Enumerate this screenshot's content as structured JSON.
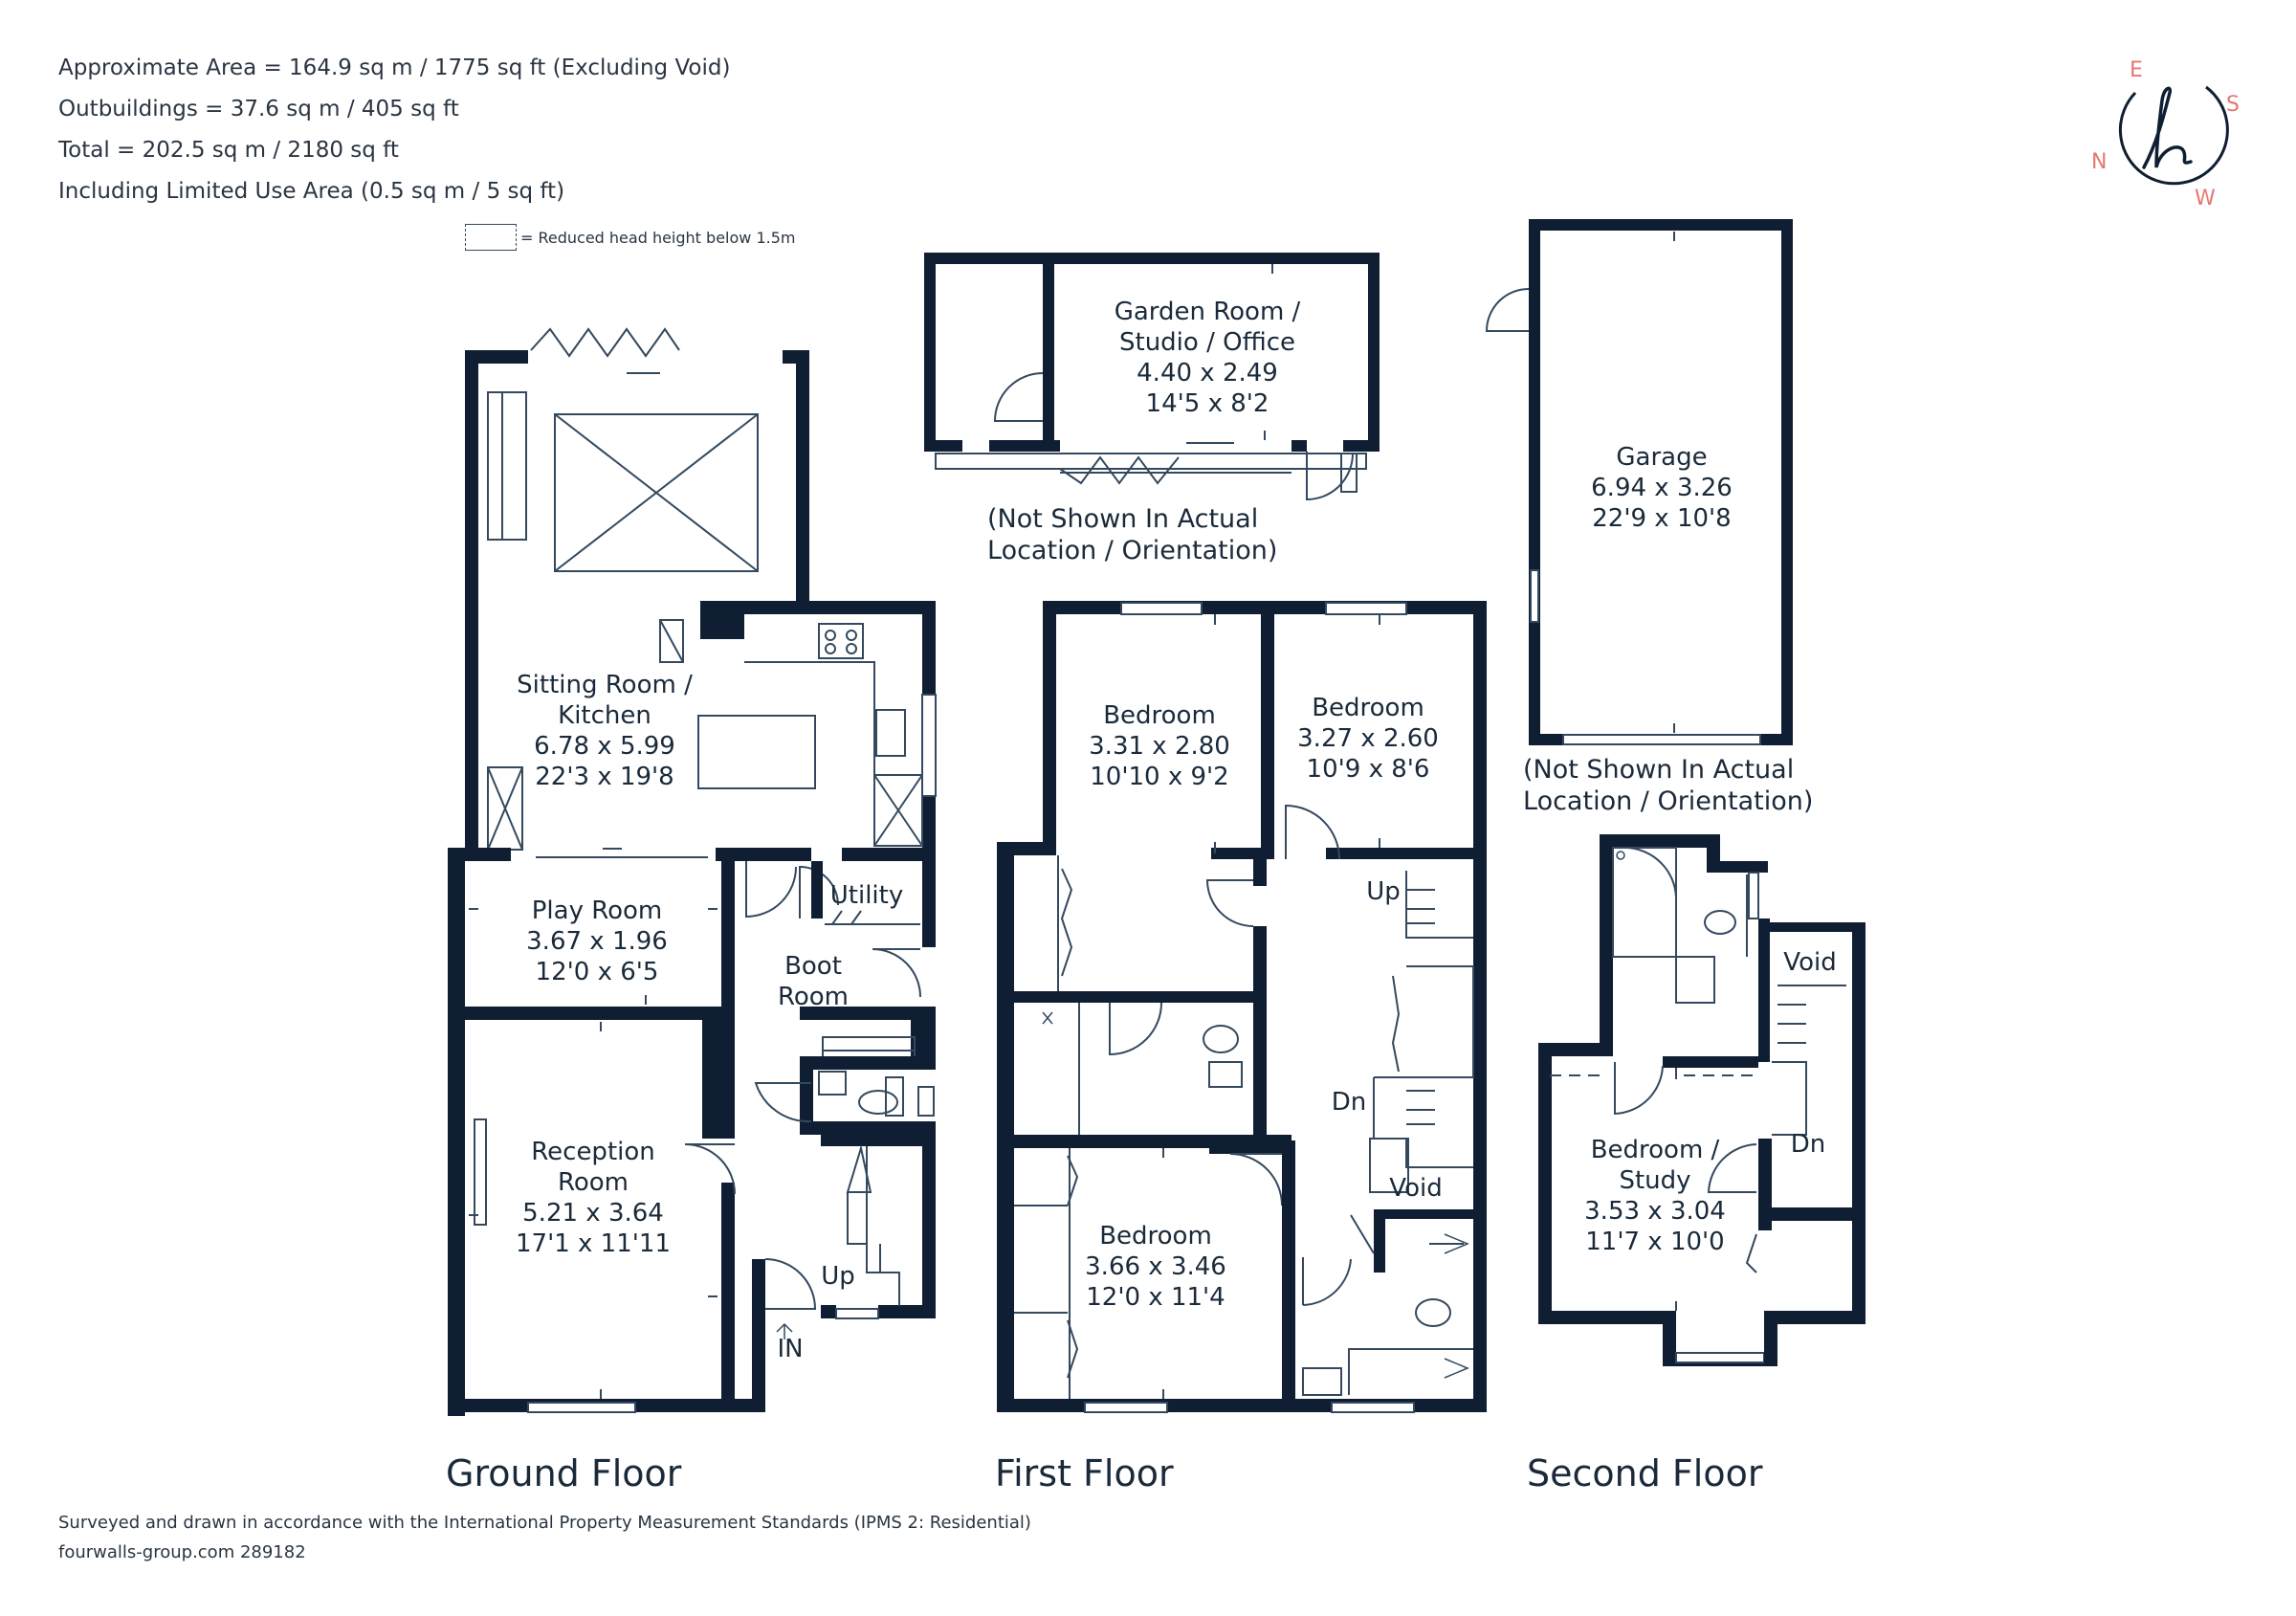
{
  "header": {
    "area_line": "Approximate Area = 164.9 sq m / 1775 sq ft (Excluding Void)",
    "outbuildings_line": "Outbuildings = 37.6 sq m / 405 sq ft",
    "total_line": "Total = 202.5 sq m / 2180 sq ft",
    "limited_use_line": "Including Limited Use Area (0.5 sq m / 5 sq ft)",
    "legend_text": "= Reduced head height below 1.5m"
  },
  "compass": {
    "north": "N",
    "east": "E",
    "south": "S",
    "west": "W",
    "logo_letter": "h",
    "accent_color": "#e8766f"
  },
  "colors": {
    "wall": "#0f1e32",
    "line": "#34495e"
  },
  "rooms": {
    "garden_room": [
      "Garden Room /",
      "Studio / Office",
      "4.40 x 2.49",
      "14'5 x 8'2"
    ],
    "garage": [
      "Garage",
      "6.94 x 3.26",
      "22'9 x 10'8"
    ],
    "sitting_room": [
      "Sitting Room /",
      "Kitchen",
      "6.78 x 5.99",
      "22'3 x 19'8"
    ],
    "utility": [
      "Utility"
    ],
    "play_room": [
      "Play Room",
      "3.67 x 1.96",
      "12'0 x 6'5"
    ],
    "boot_room": [
      "Boot",
      "Room"
    ],
    "reception_room": [
      "Reception",
      "Room",
      "5.21 x 3.64",
      "17'1 x 11'11"
    ],
    "ground_up": "Up",
    "ground_in": "IN",
    "first_bedroom_1": [
      "Bedroom",
      "3.31 x 2.80",
      "10'10 x 9'2"
    ],
    "first_bedroom_2": [
      "Bedroom",
      "3.27 x 2.60",
      "10'9 x 8'6"
    ],
    "first_bedroom_3": [
      "Bedroom",
      "3.66 x 3.46",
      "12'0 x 11'4"
    ],
    "first_up": "Up",
    "first_dn": "Dn",
    "first_void": "Void",
    "second_bedroom": [
      "Bedroom /",
      "Study",
      "3.53 x 3.04",
      "11'7 x 10'0"
    ],
    "second_void": "Void",
    "second_dn": "Dn"
  },
  "notes": {
    "garden_note": [
      "(Not Shown In Actual",
      "Location / Orientation)"
    ],
    "garage_note": [
      "(Not Shown In Actual",
      "Location / Orientation)"
    ]
  },
  "floors": {
    "ground": "Ground Floor",
    "first": "First Floor",
    "second": "Second Floor"
  },
  "footer": {
    "standards": "Surveyed and drawn in accordance with the International Property Measurement Standards (IPMS 2: Residential)",
    "reference": "fourwalls-group.com 289182"
  }
}
